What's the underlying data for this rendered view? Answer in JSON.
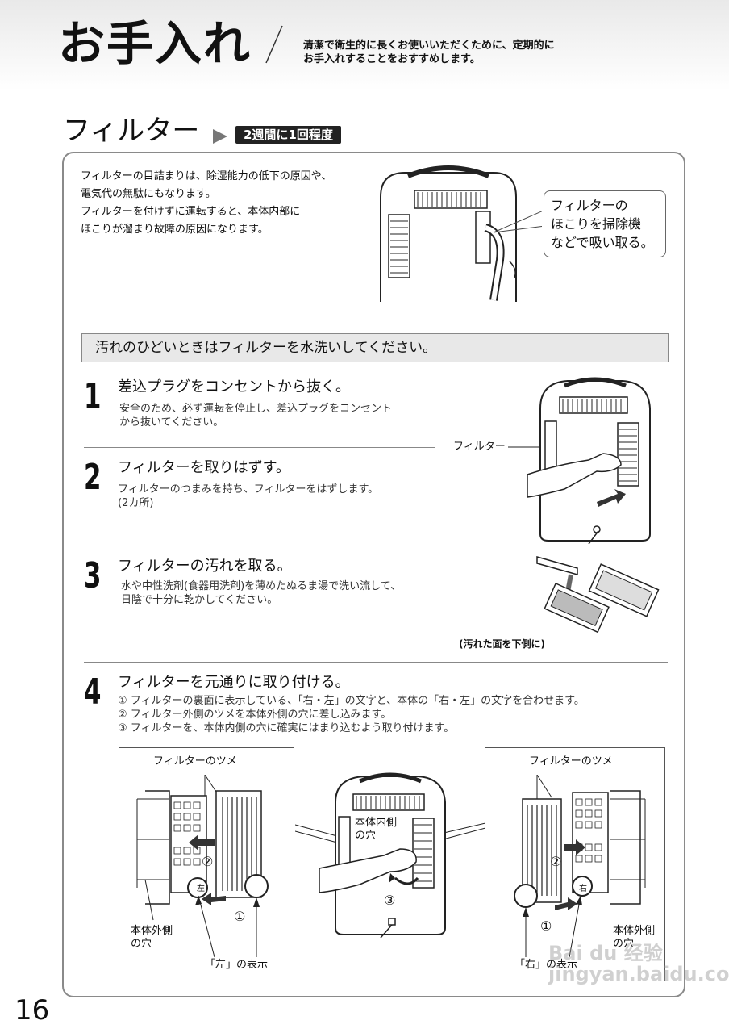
{
  "header": {
    "title": "お手入れ",
    "subtitle_line1": "清潔で衛生的に長くお使いいただくために、定期的に",
    "subtitle_line2": "お手入れすることをおすすめします。"
  },
  "section": {
    "title": "フィルター",
    "badge": "2週間に1回程度"
  },
  "intro": {
    "line1": "フィルターの目詰まりは、除湿能力の低下の原因や、",
    "line2": "電気代の無駄にもなります。",
    "line3": "フィルターを付けずに運転すると、本体内部に",
    "line4": "ほこりが溜まり故障の原因になります。"
  },
  "callout": {
    "line1": "フィルターの",
    "line2": "ほこりを掃除機",
    "line3": "などで吸い取る。"
  },
  "notice": "汚れのひどいときはフィルターを水洗いしてください。",
  "steps": [
    {
      "num": "1",
      "title": "差込プラグをコンセントから抜く。",
      "body1": "安全のため、必ず運転を停止し、差込プラグをコンセント",
      "body2": "から抜いてください。"
    },
    {
      "num": "2",
      "title": "フィルターを取りはずす。",
      "body1": "フィルターのつまみを持ち、フィルターをはずします。",
      "body2": "(2カ所)"
    },
    {
      "num": "3",
      "title": "フィルターの汚れを取る。",
      "body1": "水や中性洗剤(食器用洗剤)を薄めたぬるま湯で洗い流して、",
      "body2": "日陰で十分に乾かしてください。"
    },
    {
      "num": "4",
      "title": "フィルターを元通りに取り付ける。",
      "body1": "① フィルターの裏面に表示している、「右・左」の文字と、本体の「右・左」の文字を合わせます。",
      "body2": "② フィルター外側のツメを本体外側の穴に差し込みます。",
      "body3": "③ フィルターを、本体内側の穴に確実にはまり込むよう取り付けます。"
    }
  ],
  "labels": {
    "filter": "フィルター",
    "dirty_side": "(汚れた面を下側に)",
    "tab_left": "フィルターのツメ",
    "tab_right": "フィルターのツメ",
    "outer_hole_left_1": "本体外側",
    "outer_hole_left_2": "の穴",
    "outer_hole_right_1": "本体外側",
    "outer_hole_right_2": "の穴",
    "inner_hole_1": "本体内側",
    "inner_hole_2": "の穴",
    "left_mark": "「左」の表示",
    "right_mark": "「右」の表示",
    "c1": "①",
    "c2": "②",
    "c3": "③",
    "glyph_left": "左",
    "glyph_right": "右"
  },
  "page_number": "16",
  "watermark": "Bai du 经验 jingyan.baidu.com",
  "colors": {
    "ink": "#111111",
    "panel_border": "#8a8a8a",
    "notice_bg": "#e8e8e8",
    "badge_bg": "#222222"
  }
}
